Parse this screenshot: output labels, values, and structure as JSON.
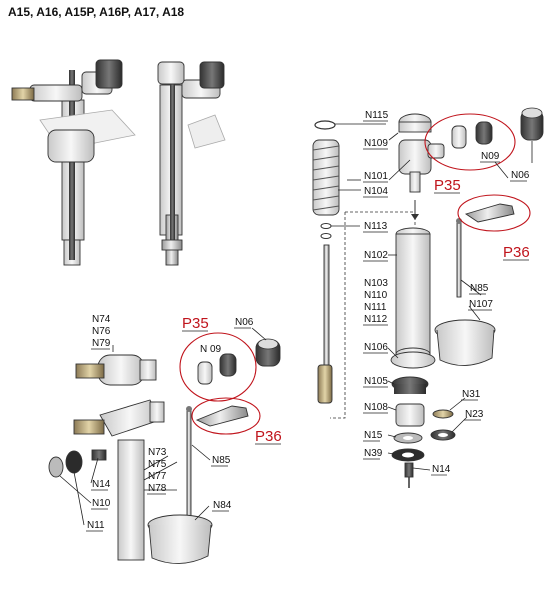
{
  "title": "A15, A16, A15P, A16P, A17, A18",
  "labels": {
    "N115": "N115",
    "N109": "N109",
    "N101": "N101",
    "N104": "N104",
    "N113": "N113",
    "N102": "N102",
    "N103": "N103",
    "N110": "N110",
    "N111": "N111",
    "N112": "N112",
    "N106r": "N106",
    "N105": "N105",
    "N108": "N108",
    "N15r": "N15",
    "N39": "N39",
    "N14r": "N14",
    "N31": "N31",
    "N23": "N23",
    "N09r": "N09",
    "N06r": "N06",
    "N85r": "N85",
    "N107": "N107",
    "N74": "N74",
    "N76": "N76",
    "N79": "N79",
    "N06l": "N06",
    "N09l": "N 09",
    "N73": "N73",
    "N75": "N75",
    "N77": "N77",
    "N78": "N78",
    "N85l": "N85",
    "N14l": "N14",
    "N10": "N10",
    "N11": "N11",
    "N84": "N84"
  },
  "kits": {
    "P35_right": "P35",
    "P36_right": "P36",
    "P35_left": "P35",
    "P36_left": "P36"
  },
  "colors": {
    "kit_red": "#c0141c",
    "line": "#222222"
  }
}
